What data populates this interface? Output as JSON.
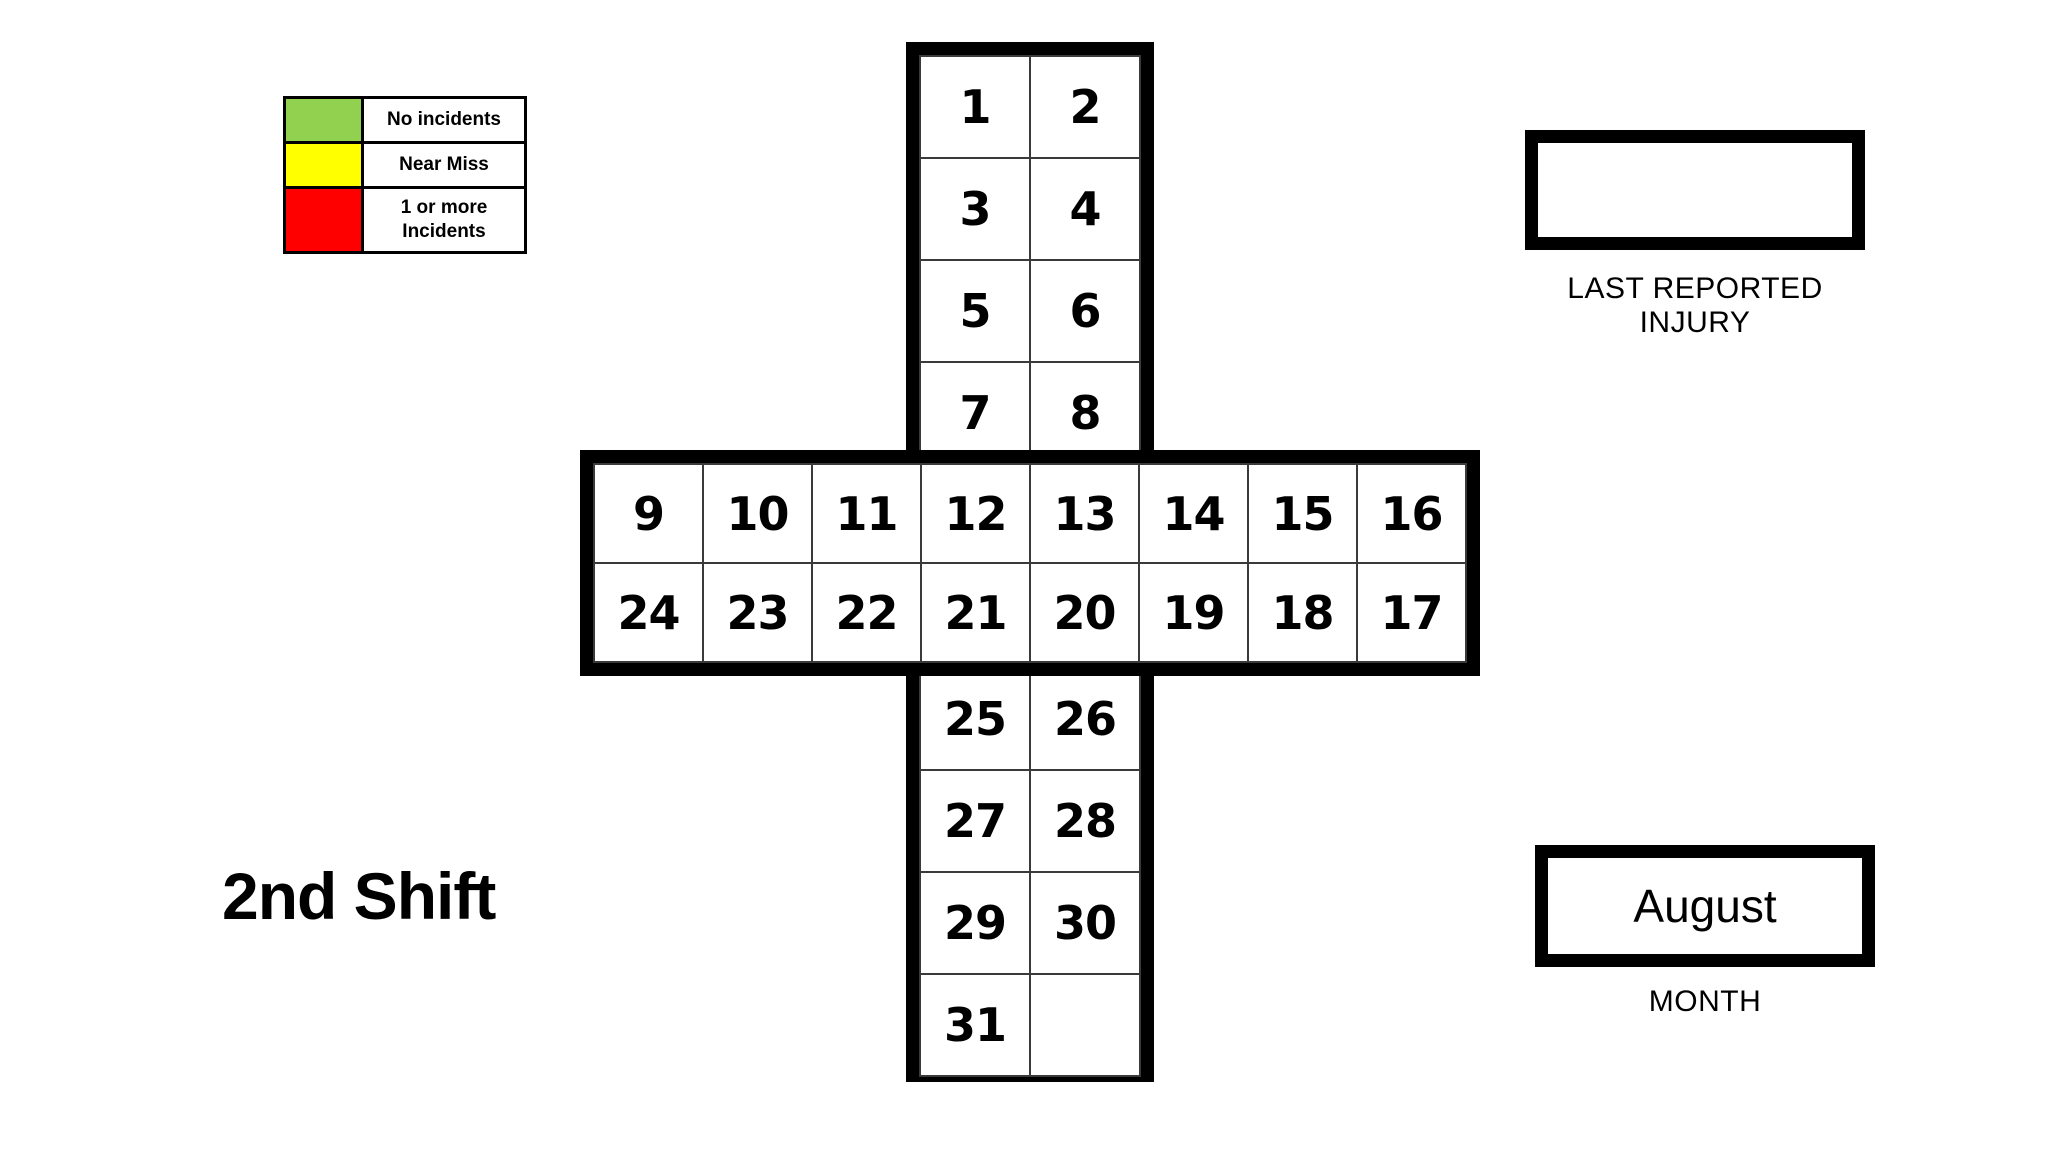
{
  "legend": {
    "name": "incident-legend",
    "rows": [
      {
        "color": "#92D050",
        "label": "No incidents"
      },
      {
        "color": "#FFFF00",
        "label": "Near Miss"
      },
      {
        "color": "#FF0000",
        "label": "1 or more\nIncidents"
      }
    ]
  },
  "shift": {
    "title": "2nd Shift"
  },
  "injury": {
    "value": "",
    "caption": "LAST REPORTED INJURY"
  },
  "month": {
    "value": "August",
    "caption": "MONTH"
  },
  "calendar": {
    "shape": "cross",
    "stem_top_rows": [
      [
        "1",
        "2"
      ],
      [
        "3",
        "4"
      ],
      [
        "5",
        "6"
      ],
      [
        "7",
        "8"
      ]
    ],
    "bar_rows": [
      [
        "9",
        "10",
        "11",
        "12",
        "13",
        "14",
        "15",
        "16"
      ],
      [
        "24",
        "23",
        "22",
        "21",
        "20",
        "19",
        "18",
        "17"
      ]
    ],
    "stem_bottom_rows": [
      [
        "25",
        "26"
      ],
      [
        "27",
        "28"
      ],
      [
        "29",
        "30"
      ],
      [
        "31",
        ""
      ]
    ]
  }
}
